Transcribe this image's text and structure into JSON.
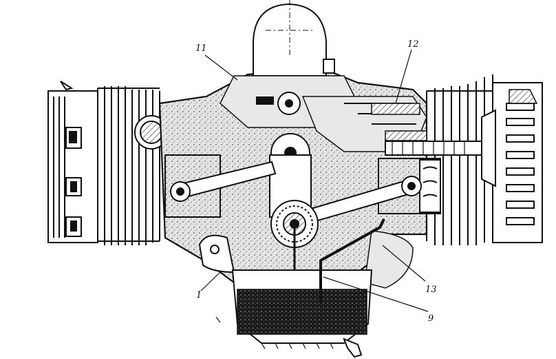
{
  "diagram": {
    "callouts": [
      {
        "id": "11",
        "text": "11"
      },
      {
        "id": "12",
        "text": "12"
      },
      {
        "id": "13",
        "text": "13"
      },
      {
        "id": "1",
        "text": "1"
      },
      {
        "id": "9",
        "text": "9"
      }
    ]
  }
}
